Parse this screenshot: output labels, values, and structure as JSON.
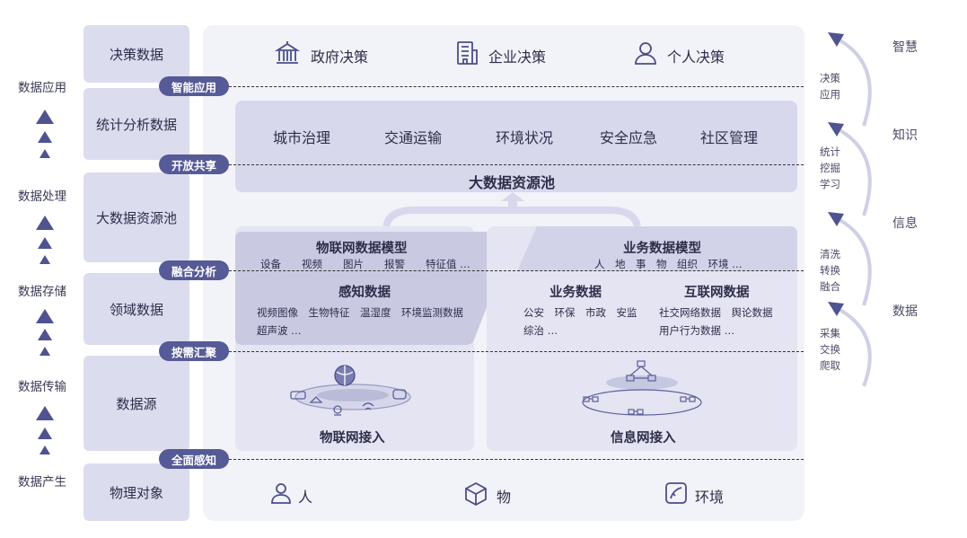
{
  "left_stages": [
    "数据应用",
    "数据处理",
    "数据存储",
    "数据传输",
    "数据产生"
  ],
  "left_layers": [
    "决策数据",
    "统计分析数据",
    "大数据资源池",
    "领域数据",
    "数据源",
    "物理对象"
  ],
  "pills": [
    "智能应用",
    "开放共享",
    "融合分析",
    "按需汇聚",
    "全面感知"
  ],
  "decision": {
    "gov": "政府决策",
    "biz": "企业决策",
    "personal": "个人决策"
  },
  "apps": [
    "城市治理",
    "交通运输",
    "环境状况",
    "安全应急",
    "社区管理"
  ],
  "pool": "大数据资源池",
  "iot_model": {
    "title": "物联网数据模型",
    "items": "设备　　视频　　图片　　报警　　特征值 …"
  },
  "biz_model": {
    "title": "业务数据模型",
    "items": "人　地　事　物　组织　环境 …"
  },
  "sensing": {
    "title": "感知数据",
    "line1": "视频图像　生物特征　温湿度　环境监测数据",
    "line2": "超声波 …"
  },
  "business": {
    "title": "业务数据",
    "line1": "公安　环保　市政　安监",
    "line2": "综治 …"
  },
  "internet": {
    "title": "互联网数据",
    "line1": "社交网络数据　舆论数据",
    "line2": "用户行为数据 …"
  },
  "access": {
    "iot": "物联网接入",
    "info": "信息网接入"
  },
  "physical": {
    "person": "人",
    "thing": "物",
    "env": "环境"
  },
  "right_titles": [
    "智慧",
    "知识",
    "信息",
    "数据"
  ],
  "right_subs": [
    [
      "决策",
      "应用"
    ],
    [
      "统计",
      "挖掘",
      "学习"
    ],
    [
      "清洗",
      "转换",
      "融合"
    ],
    [
      "采集",
      "交换",
      "爬取"
    ]
  ],
  "colors": {
    "pill": "#565a96",
    "left_box": "#dcdcef",
    "panel": "#f1f1f9",
    "dark_block": "#c6c7e0",
    "accent": "#4f5390"
  }
}
